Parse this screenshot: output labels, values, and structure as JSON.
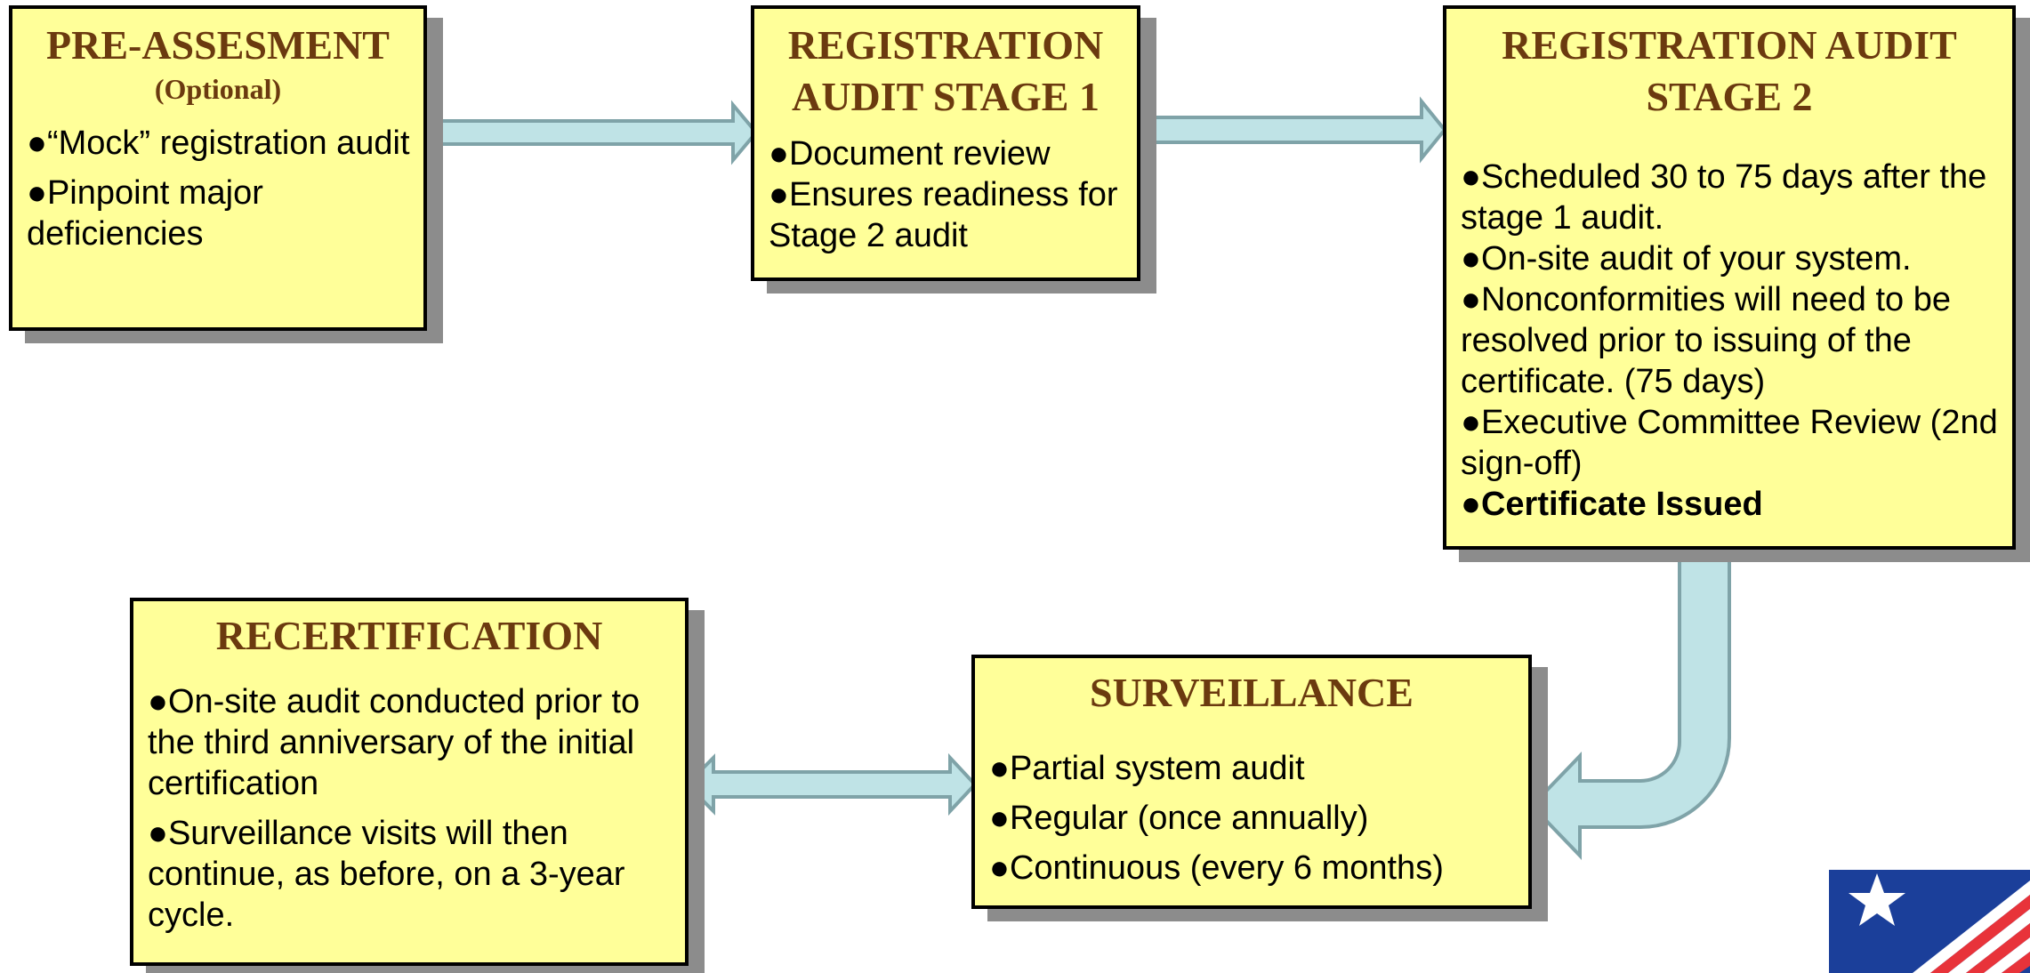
{
  "boxes": {
    "pre_assessment": {
      "title": "PRE-ASSESMENT",
      "subtitle": "(Optional)",
      "bullets": [
        "●“Mock” registration audit",
        "●Pinpoint major deficiencies"
      ]
    },
    "stage1": {
      "title_lines": [
        "REGISTRATION",
        "AUDIT STAGE 1"
      ],
      "bullets": [
        "●Document review",
        "●Ensures readiness for Stage 2 audit"
      ]
    },
    "stage2": {
      "title_lines": [
        "REGISTRATION AUDIT",
        "STAGE 2"
      ],
      "bullets": [
        "●Scheduled 30 to 75 days after the stage 1 audit.",
        "●On-site audit of your system.",
        "●Nonconformities will need to be resolved prior to issuing of the certificate. (75 days)",
        "●Executive Committee Review (2nd sign-off)",
        "●Certificate Issued"
      ]
    },
    "surveillance": {
      "title": "SURVEILLANCE",
      "bullets": [
        "●Partial system audit",
        "●Regular (once annually)",
        "●Continuous (every 6 months)"
      ]
    },
    "recertification": {
      "title": "RECERTIFICATION",
      "bullets": [
        "●On-site audit conducted prior to the third anniversary of the initial certification",
        "●Surveillance visits will then continue, as before, on a 3-year cycle."
      ]
    }
  },
  "colors": {
    "box_fill": "#ffff99",
    "title_text": "#6b3a0f",
    "arrow_fill": "#bfe3e6",
    "arrow_stroke": "#7fa3a8",
    "shadow": "#8c8c8c",
    "logo_blue": "#1b3f9a",
    "logo_red": "#e8333a"
  },
  "icons": {
    "logo": "flag-star-logo-icon"
  }
}
